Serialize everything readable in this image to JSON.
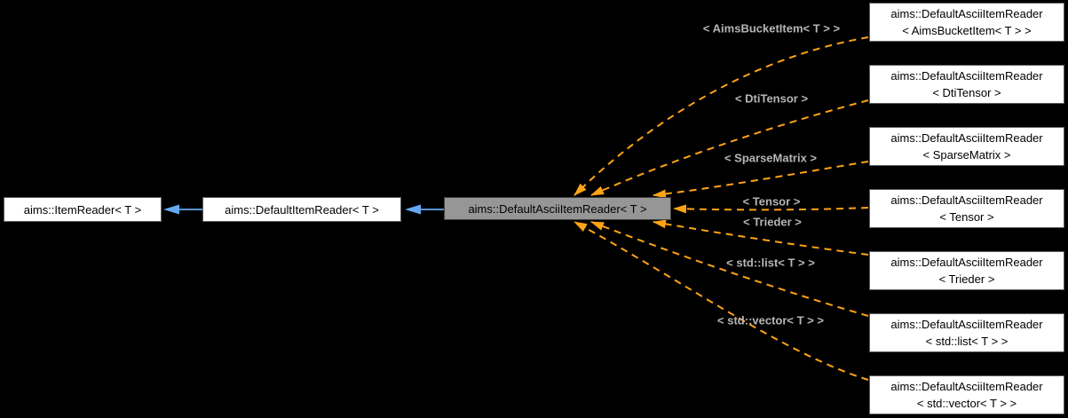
{
  "diagram": {
    "type": "doxygen-class-inheritance-and-template-instantiation",
    "colors": {
      "background": "#000000",
      "node_fill": "#ffffff",
      "node_border": "#5c5c5c",
      "focus_node_fill": "#969696",
      "focus_node_border": "#3f3f3f",
      "node_text": "#000000",
      "inheritance_arrow": "#64a9f1",
      "template_edge": "#ffa316",
      "edge_label_text": "#b5b5b5"
    },
    "nodes": {
      "base": {
        "label": "aims::ItemReader< T >"
      },
      "derived": {
        "label": "aims::DefaultItemReader< T >"
      },
      "focus": {
        "label": "aims::DefaultAsciiItemReader< T >"
      }
    },
    "specializations": [
      {
        "name": "aims::DefaultAsciiItemReader",
        "params": "< AimsBucketItem< T > >",
        "edge_label": "< AimsBucketItem< T > >"
      },
      {
        "name": "aims::DefaultAsciiItemReader",
        "params": "< DtiTensor >",
        "edge_label": "< DtiTensor >"
      },
      {
        "name": "aims::DefaultAsciiItemReader",
        "params": "< SparseMatrix >",
        "edge_label": "< SparseMatrix >"
      },
      {
        "name": "aims::DefaultAsciiItemReader",
        "params": "< Tensor >",
        "edge_label": "< Tensor >"
      },
      {
        "name": "aims::DefaultAsciiItemReader",
        "params": "< Trieder >",
        "edge_label": "< Trieder >"
      },
      {
        "name": "aims::DefaultAsciiItemReader",
        "params": "< std::list< T > >",
        "edge_label": "< std::list< T > >"
      },
      {
        "name": "aims::DefaultAsciiItemReader",
        "params": "< std::vector< T > >",
        "edge_label": "< std::vector< T > >"
      }
    ]
  }
}
